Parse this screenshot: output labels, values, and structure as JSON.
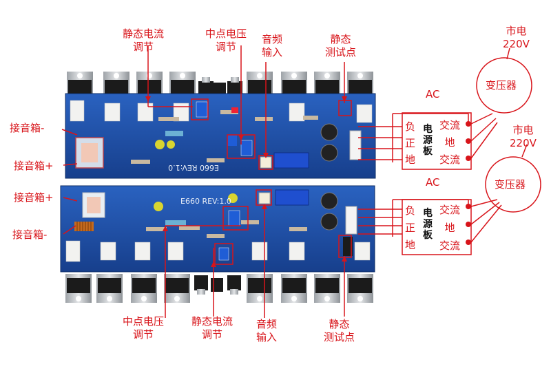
{
  "top_board": {
    "silkscreen": "E660 REV:1.0",
    "labels": {
      "bias_adjust": [
        "静态电流",
        "调节"
      ],
      "midpoint_adjust": [
        "中点电压",
        "调节"
      ],
      "audio_input": [
        "音频",
        "输入"
      ],
      "quiescent_test": [
        "静态",
        "测试点"
      ],
      "speaker_neg": "接音箱-",
      "speaker_pos": "接音箱+"
    },
    "power": {
      "ac_label": "AC",
      "mains": [
        "市电",
        "220V"
      ],
      "transformer": "变压器",
      "psu_left": [
        "负",
        "正",
        "地"
      ],
      "psu_title": [
        "电",
        "源",
        "板"
      ],
      "psu_right": [
        "交流",
        "地",
        "交流"
      ]
    }
  },
  "bottom_board": {
    "silkscreen": "E660 REV:1.0",
    "labels": {
      "midpoint_adjust": [
        "中点电压",
        "调节"
      ],
      "bias_adjust": [
        "静态电流",
        "调节"
      ],
      "audio_input": [
        "音频",
        "输入"
      ],
      "quiescent_test": [
        "静态",
        "测试点"
      ],
      "speaker_pos": "接音箱+",
      "speaker_neg": "接音箱-"
    },
    "power": {
      "ac_label": "AC",
      "mains": [
        "市电",
        "220V"
      ],
      "transformer": "变压器",
      "psu_left": [
        "负",
        "正",
        "地"
      ],
      "psu_title": [
        "电",
        "源",
        "板"
      ],
      "psu_right": [
        "交流",
        "地",
        "交流"
      ]
    }
  },
  "colors": {
    "pcb": "#1a4fa8",
    "annotation": "#d8141a",
    "heatsink_metal": "#bfc3c7",
    "transistor_black": "#1b1b1b"
  }
}
